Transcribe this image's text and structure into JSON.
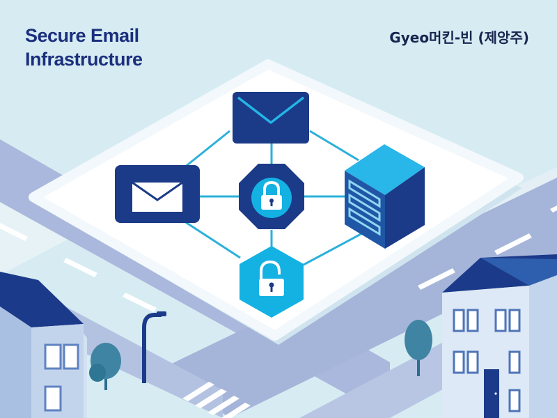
{
  "header": {
    "title_line1": "Secure Email",
    "title_line2": "Infrastructure",
    "location": "Gyeo머킨-빈 (제앙주)"
  },
  "icons": {
    "top": "envelope-icon",
    "left": "envelope-icon",
    "center": "locked-padlock-icon",
    "right": "server-icon",
    "bottom": "unlocked-padlock-icon"
  },
  "colors": {
    "background": "#d6ecf2",
    "navy": "#1b3a87",
    "cyan": "#14b1e3",
    "connector": "#2bb0da",
    "platform": "#ffffff",
    "road": "#a5b4d9"
  }
}
